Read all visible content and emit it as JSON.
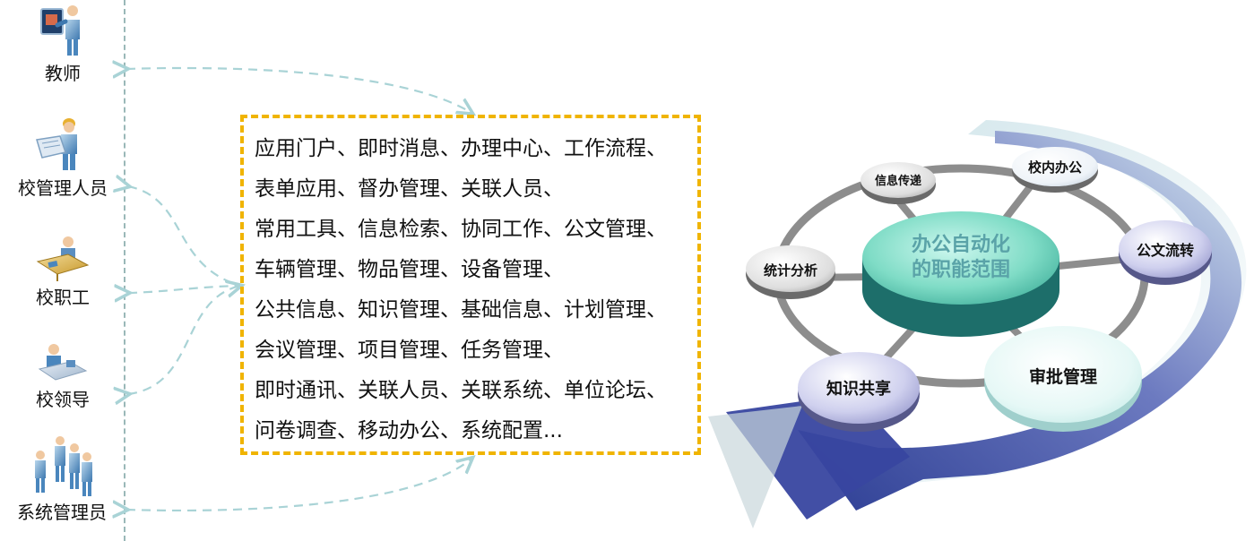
{
  "roles": [
    {
      "id": "teacher",
      "label": "教师",
      "icon": "teacher-at-board-icon"
    },
    {
      "id": "school-staff-admin",
      "label": "校管理人员",
      "icon": "staff-with-documents-icon"
    },
    {
      "id": "school-worker",
      "label": "校职工",
      "icon": "worker-at-desk-icon"
    },
    {
      "id": "school-leader",
      "label": "校领导",
      "icon": "leader-at-desk-icon"
    },
    {
      "id": "system-admin",
      "label": "系统管理员",
      "icon": "group-of-people-icon"
    }
  ],
  "functions": [
    "应用门户、即时消息、办理中心、工作流程、",
    "表单应用、督办管理、关联人员、",
    "常用工具、信息检索、协同工作、公文管理、",
    "车辆管理、物品管理、设备管理、",
    "公共信息、知识管理、基础信息、计划管理、",
    "会议管理、项目管理、任务管理、",
    "即时通讯、关联人员、关联系统、单位论坛、",
    "问卷调查、移动办公、系统配置..."
  ],
  "center": {
    "line1": "办公自动化",
    "line2": "的职能范围"
  },
  "nodes": {
    "info_transfer": "信息传递",
    "campus_office": "校内办公",
    "document_flow": "公文流转",
    "approval": "审批管理",
    "knowledge": "知识共享",
    "statistics": "统计分析"
  },
  "colors": {
    "box_border": "#f0b400",
    "connector": "#a9d3d6",
    "center_text": "#5aa3a8",
    "band_blue": "#34449a",
    "ring": "#8d8d8d"
  }
}
